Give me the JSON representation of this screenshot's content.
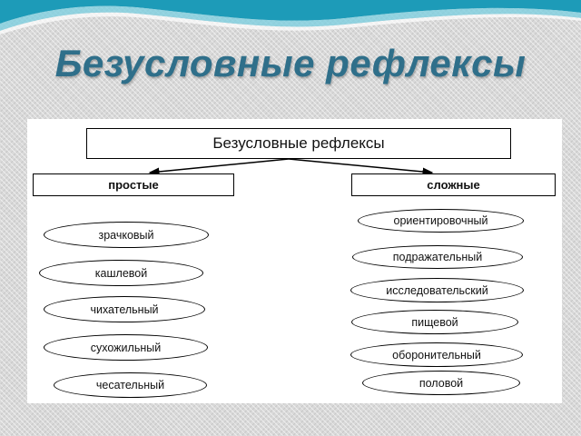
{
  "slide": {
    "title": "Безусловные рефлексы"
  },
  "diagram": {
    "root": "Безусловные рефлексы",
    "branches": {
      "left": {
        "label": "простые",
        "items": [
          "зрачковый",
          "кашлевой",
          "чихательный",
          "сухожильный",
          "чесательный"
        ]
      },
      "right": {
        "label": "сложные",
        "items": [
          "ориентировочный",
          "подражательный",
          "исследовательский",
          "пищевой",
          "оборонительный",
          "половой"
        ]
      }
    }
  },
  "colors": {
    "title": "#2f6f8a",
    "wave": "#1d9bb8",
    "lines": "#000000"
  }
}
